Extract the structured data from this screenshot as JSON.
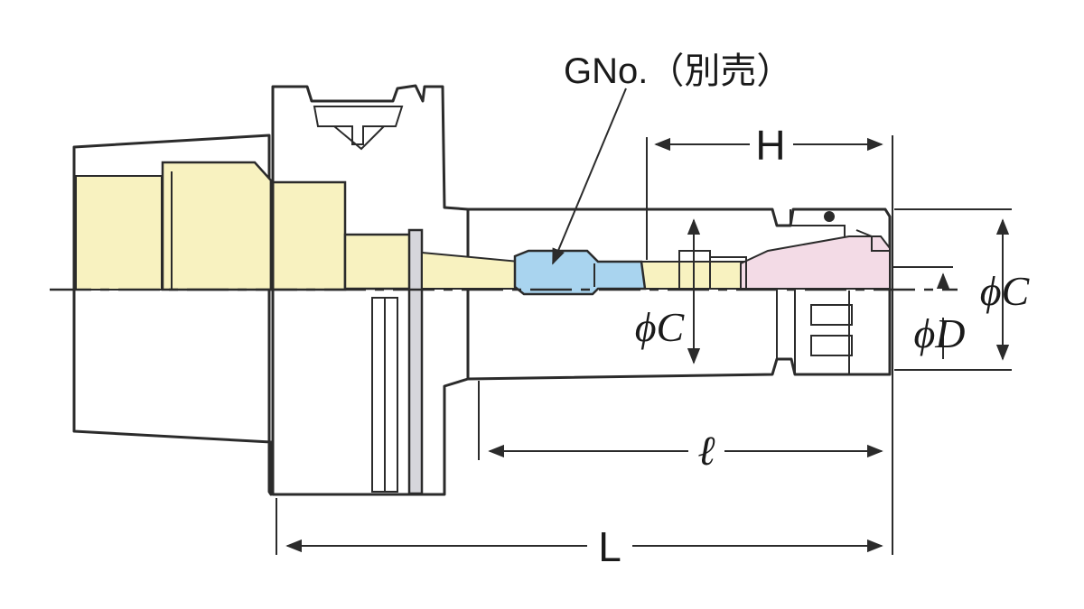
{
  "labels": {
    "gno": "GNo.（別売）",
    "h": "H",
    "phi_c_inner": "ϕC",
    "phi_c_outer": "ϕC",
    "phi_d": "ϕD",
    "ell": "ℓ",
    "l": "L"
  },
  "colors": {
    "body": "#d6d6db",
    "body_dark": "#c5c5cc",
    "yellow": "#f8f2c0",
    "blue": "#a9d4ef",
    "pink": "#f3dbe6",
    "line": "#2b2b2b"
  }
}
